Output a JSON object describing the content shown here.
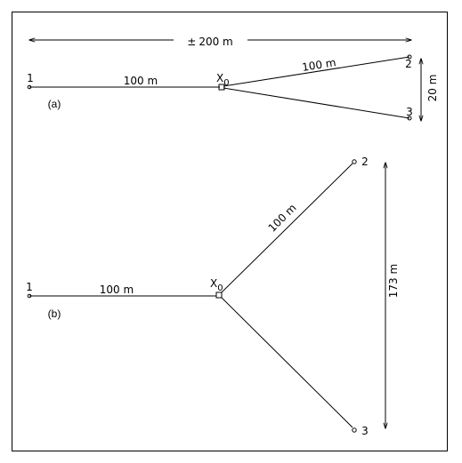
{
  "diagram_a": {
    "span_label": "±200  m",
    "span_pm": "±",
    "span_value": "200  m",
    "leg1_label": "100  m",
    "leg2_label": "100  m",
    "point_1": "1",
    "point_2": "2",
    "point_3": "3",
    "x0": "X",
    "x0_sub": "0",
    "gap_label": "20  m",
    "caption": "(a)"
  },
  "diagram_b": {
    "leg1_label": "100  m",
    "leg2_label": "100  m",
    "point_1": "1",
    "point_2": "2",
    "point_3": "3",
    "x0": "X",
    "x0_sub": "0",
    "span_label": "173  m",
    "caption": "(b)"
  }
}
